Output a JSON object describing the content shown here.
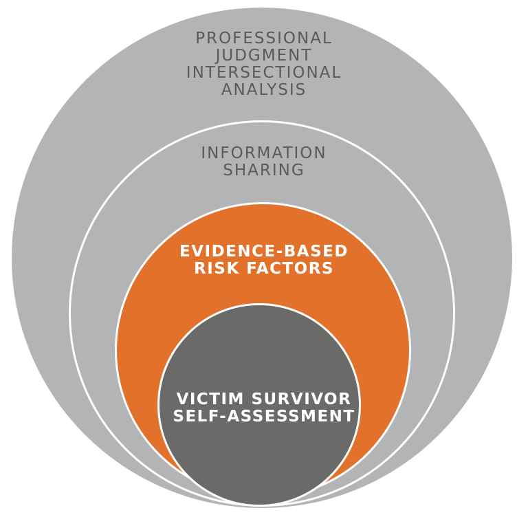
{
  "page": {
    "background": "#ffffff"
  },
  "diagram": {
    "type": "nested-circles",
    "stroke_color": "#ffffff",
    "rings": [
      {
        "name": "professional-judgment-intersectional-analysis",
        "fill": "#b3b4b5",
        "text_color": "#595a5c",
        "lines": [
          "PROFESSIONAL",
          "JUDGMENT",
          "INTERSECTIONAL",
          "ANALYSIS"
        ]
      },
      {
        "name": "information-sharing",
        "fill": "#b3b4b5",
        "stroke": "#ffffff",
        "text_color": "#595a5c",
        "lines": [
          "INFORMATION",
          "SHARING"
        ]
      },
      {
        "name": "evidence-based-risk-factors",
        "fill": "#e2712c",
        "stroke": "#ffffff",
        "text_color": "#ffffff",
        "lines": [
          "EVIDENCE-BASED",
          "RISK FACTORS"
        ]
      },
      {
        "name": "victim-survivor-self-assessment",
        "fill": "#6a6a69",
        "stroke": "#ffffff",
        "text_color": "#ffffff",
        "lines": [
          "VICTIM SURVIVOR",
          "SELF-ASSESSMENT"
        ]
      }
    ]
  }
}
